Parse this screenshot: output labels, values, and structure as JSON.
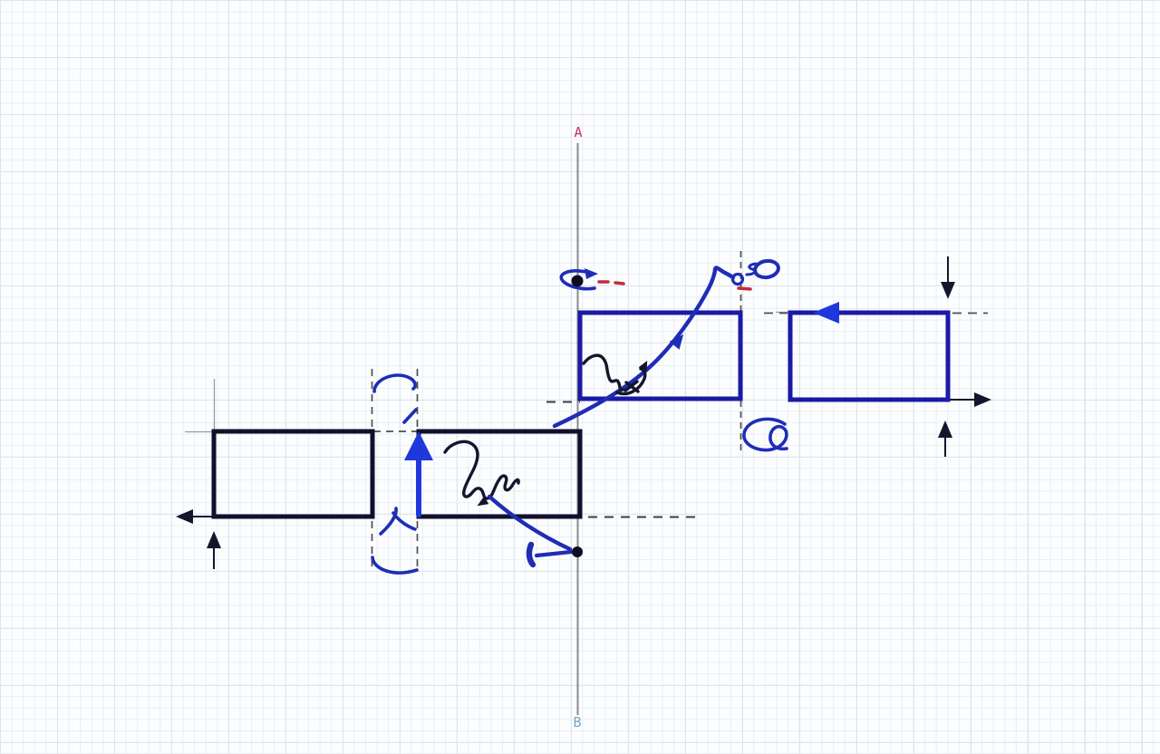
{
  "labels": {
    "axis_top": "A",
    "axis_bottom": "B"
  },
  "colors": {
    "paper": "#fcfdfe",
    "grid_minor": "#e8eef3",
    "grid_major": "#dbe5ec",
    "axis_gray": "#8a8a8a",
    "guide_gray": "#9a9a9a",
    "dash_gray": "#4f4f4f",
    "rect_dark": "#10102e",
    "rect_blue": "#1a1aa6",
    "ink_black": "#15152c",
    "ink_blue": "#1f2db6",
    "vivid_blue": "#1e38dc",
    "red_mark": "#c32a3c",
    "label_a": "#c53060",
    "label_b": "#74a8c8"
  },
  "annotations": {
    "top_pivot": "filled-dot-on-axis",
    "bottom_pivot": "filled-dot-on-axis",
    "hinge": "open-circle",
    "rotation_mark": "elliptical-rotation-arrow",
    "red_tick_count": 3,
    "rectangle_count": 4
  }
}
